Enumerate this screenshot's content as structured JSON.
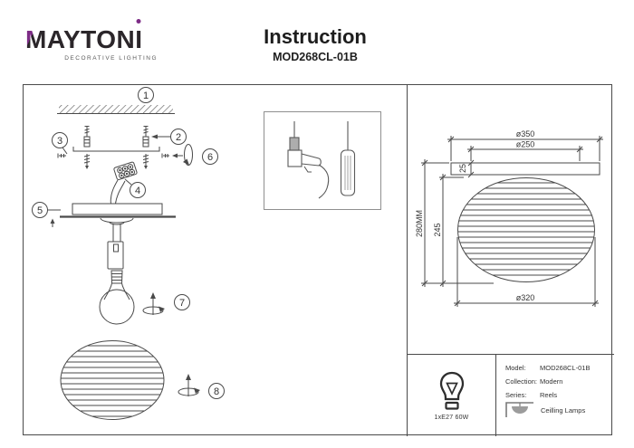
{
  "header": {
    "brand_m": "M",
    "brand_rest": "AYTON",
    "brand_i": "I",
    "tagline": "DECORATIVE LIGHTING",
    "title": "Instruction",
    "model": "MOD268CL-01B"
  },
  "assembly": {
    "steps": [
      "1",
      "2",
      "3",
      "4",
      "5",
      "6",
      "7",
      "8"
    ]
  },
  "tools": {
    "icons": [
      "drill-icon",
      "screwdriver-icon"
    ]
  },
  "dimensions": {
    "top_diameter": "ø350",
    "plate_diameter": "ø250",
    "canopy_height": "25",
    "overall_height": "280MM",
    "shade_height": "245",
    "shade_diameter": "ø320"
  },
  "spec": {
    "bulb": "1xE27 60W",
    "model_label": "Model:",
    "model": "MOD268CL-01B",
    "collection_label": "Collection:",
    "collection": "Modern",
    "series_label": "Series:",
    "series": "Reels",
    "category": "Ceilling Lamps"
  },
  "colors": {
    "accent_purple": "#7d2c86",
    "line": "#4a4a4a"
  }
}
